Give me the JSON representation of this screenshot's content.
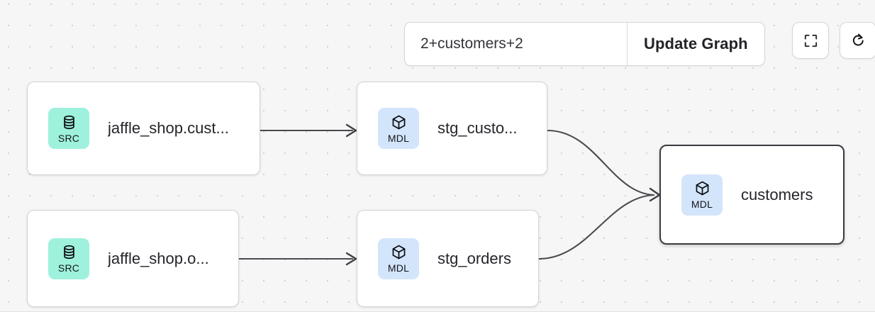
{
  "canvas": {
    "background_color": "#f6f6f6",
    "dot_color": "#d2d2d4",
    "dot_spacing": 30
  },
  "toolbar": {
    "input_value": "2+customers+2",
    "input_placeholder": "",
    "update_button_label": "Update Graph"
  },
  "controls": [
    {
      "name": "fit-view-icon",
      "title": "Fit view"
    },
    {
      "name": "reload-icon",
      "title": "Reload"
    }
  ],
  "nodes": [
    {
      "id": "jaffle_shop_customers",
      "label": "jaffle_shop.cust...",
      "badge": "SRC",
      "badge_icon": "database-icon",
      "badge_color": "#9ef2dd",
      "selected": false
    },
    {
      "id": "stg_customers",
      "label": "stg_custo...",
      "badge": "MDL",
      "badge_icon": "cube-icon",
      "badge_color": "#d3e5fb",
      "selected": false
    },
    {
      "id": "customers",
      "label": "customers",
      "badge": "MDL",
      "badge_icon": "cube-icon",
      "badge_color": "#d3e5fb",
      "selected": true
    },
    {
      "id": "jaffle_shop_orders",
      "label": "jaffle_shop.o...",
      "badge": "SRC",
      "badge_icon": "database-icon",
      "badge_color": "#9ef2dd",
      "selected": false
    },
    {
      "id": "stg_orders",
      "label": "stg_orders",
      "badge": "MDL",
      "badge_icon": "cube-icon",
      "badge_color": "#d3e5fb",
      "selected": false
    }
  ],
  "edges": [
    {
      "from": "jaffle_shop_customers",
      "to": "stg_customers"
    },
    {
      "from": "jaffle_shop_orders",
      "to": "stg_orders"
    },
    {
      "from": "stg_customers",
      "to": "customers"
    },
    {
      "from": "stg_orders",
      "to": "customers"
    }
  ],
  "edge_color": "#4a4a50"
}
